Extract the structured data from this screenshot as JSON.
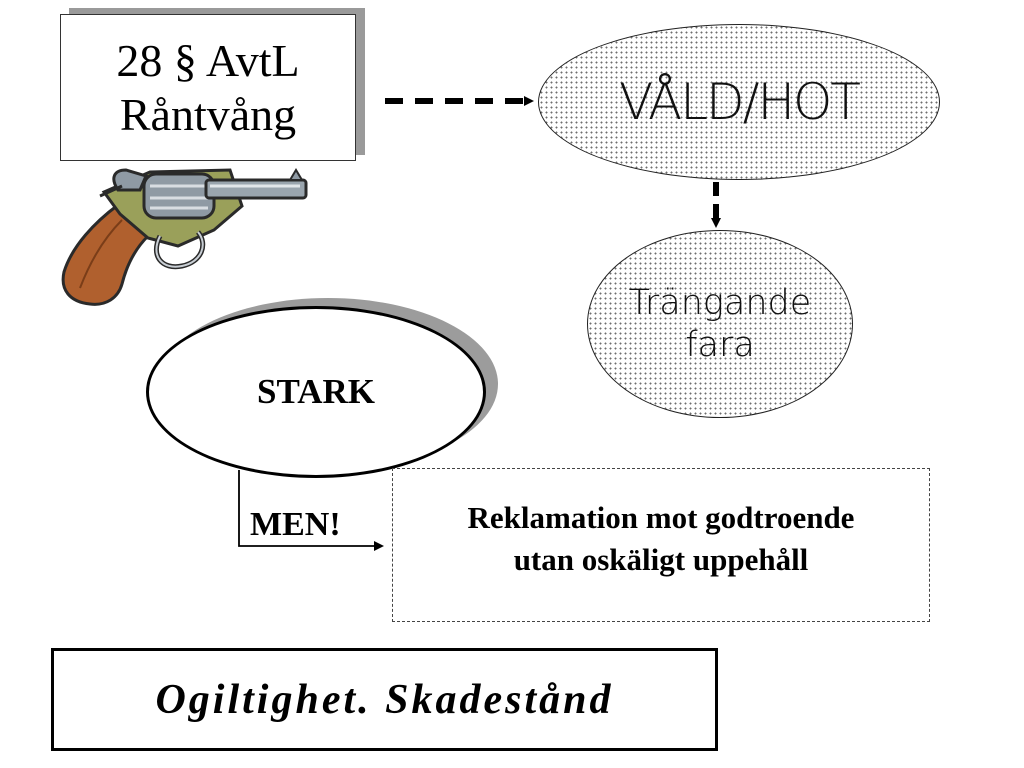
{
  "title": {
    "line1": "28 § AvtL",
    "line2": "Råntvång"
  },
  "nodes": {
    "vald_hot": "VÅLD/HOT",
    "trangande_line1": "Trängande",
    "trangande_line2": "fara",
    "stark": "STARK",
    "men": "MEN!",
    "reklamation_line1": "Reklamation mot godtroende",
    "reklamation_line2": "utan oskäligt uppehåll",
    "result": "Ogiltighet. Skadestånd"
  },
  "icons": {
    "illustration": "revolver-icon"
  },
  "colors": {
    "revolver_grip": "#b0602e",
    "revolver_frame": "#9aa05a",
    "revolver_steel": "#8f9aa4",
    "shadow": "#9a9a9a"
  }
}
